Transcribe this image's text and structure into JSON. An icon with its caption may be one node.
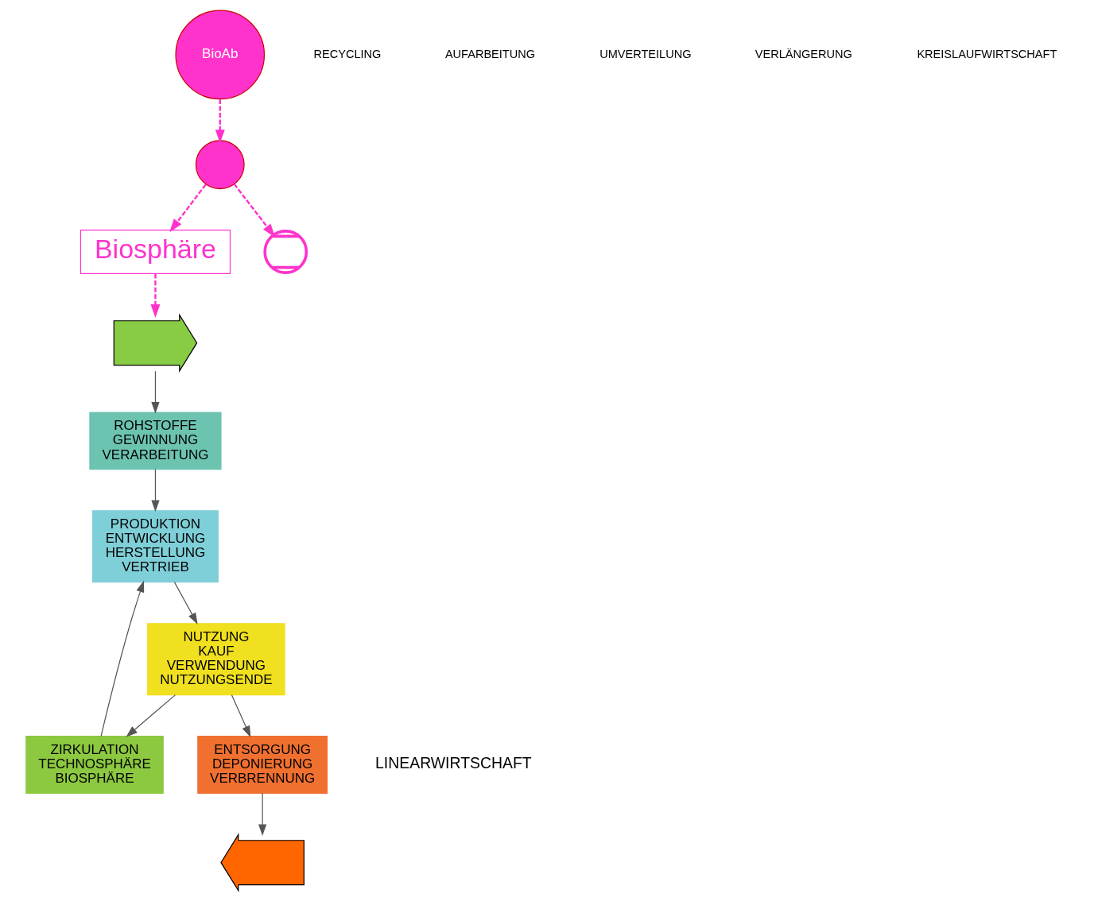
{
  "diagram": {
    "nodes": [
      {
        "text": [
          "ROHSTOFFE",
          "GEWINNUNG",
          "VERARBEITUNG"
        ]
      },
      {
        "text": [
          "PRODUKTION",
          "ENTWICKLUNG",
          "HERSTELLUNG",
          "VERTRIEB"
        ]
      },
      {
        "text": [
          "NUTZUNG",
          "KAUF",
          "VERWENDUNG",
          "NUTZUNGSENDE"
        ]
      },
      {
        "text": [
          "ZIRKULATION",
          "TECHNOSPHÄRE",
          "BIOSPHÄRE"
        ]
      },
      {
        "text": [
          "ENTSORGUNG",
          "DEPONIERUNG",
          "VERBRENNUNG"
        ],
        "beside": [
          "LINEARWIRTSCHAFT"
        ]
      },
      {
        "text": [
          "Biosphäre"
        ]
      },
      {
        "text": [
          "BioAb"
        ]
      },
      {
        "text": [],
        "shape": "circle"
      },
      {
        "text": [],
        "shape": "circle"
      },
      {
        "text": [],
        "shape": "arrow"
      },
      {
        "text": [],
        "shape": "arrow"
      }
    ],
    "edges": [
      {
        "from": 0,
        "to": 1,
        "arrow": "to"
      },
      {
        "from": 1,
        "to": 2,
        "arrow": "to"
      },
      {
        "from": 2,
        "to": 3,
        "arrow": "to"
      },
      {
        "from": 3,
        "to": 1,
        "arrow": "to"
      },
      {
        "from": 2,
        "to": 4,
        "arrow": "to"
      },
      {
        "from": 4,
        "to": 10,
        "arrow": "to"
      },
      {
        "from": 9,
        "to": 0,
        "arrow": "to"
      },
      {
        "from": 6,
        "to": 7,
        "arrow": "to",
        "style": "dashed",
        "color": "#ff33cc"
      },
      {
        "from": 7,
        "to": 8,
        "arrow": "to",
        "style": "dashed",
        "color": "#ff33cc"
      },
      {
        "from": 7,
        "to": 5,
        "arrow": "to",
        "style": "dashed",
        "color": "#ff33cc"
      },
      {
        "from": 5,
        "to": 9,
        "arrow": "to",
        "style": "dashed",
        "color": "#ff33cc"
      }
    ],
    "labels": [
      "RECYCLING",
      "AUFARBEITUNG",
      "UMVERTEILUNG",
      "VERLÄNGERUNG",
      "KREISLAUFWIRTSCHAFT"
    ]
  }
}
